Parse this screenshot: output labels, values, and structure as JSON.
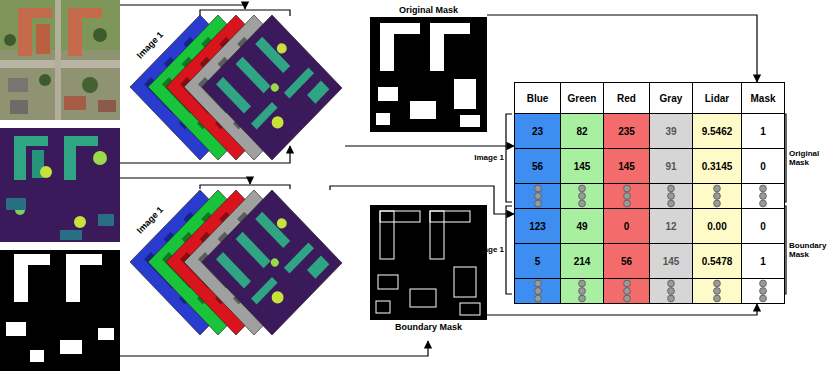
{
  "diagram": {
    "nodes": [
      {
        "text": [
          "Image 1"
        ]
      },
      {
        "text": [
          "Original Mask"
        ]
      },
      {
        "text": [
          "Image 1"
        ]
      },
      {
        "text": [
          "Boundary Mask"
        ]
      },
      {
        "text": [
          "Blue",
          "Green",
          "Red",
          "Gray",
          "Lidar",
          "Mask",
          "23",
          "82",
          "235",
          "39",
          "9.5462",
          "1",
          "56",
          "145",
          "145",
          "91",
          "0.3145",
          "0",
          "123",
          "49",
          "0",
          "12",
          "0.00",
          "0",
          "5",
          "214",
          "56",
          "145",
          "0.5478",
          "1"
        ]
      }
    ],
    "edges": [
      {
        "from": 0,
        "to": 4,
        "arrow": "to"
      },
      {
        "from": 1,
        "to": 4,
        "arrow": "to"
      },
      {
        "from": 2,
        "to": 4,
        "arrow": "to"
      },
      {
        "from": 3,
        "to": 4,
        "arrow": "to"
      }
    ],
    "labels": [
      "Image 1",
      "Image 1",
      "Original Mask",
      "Boundary Mask"
    ]
  }
}
